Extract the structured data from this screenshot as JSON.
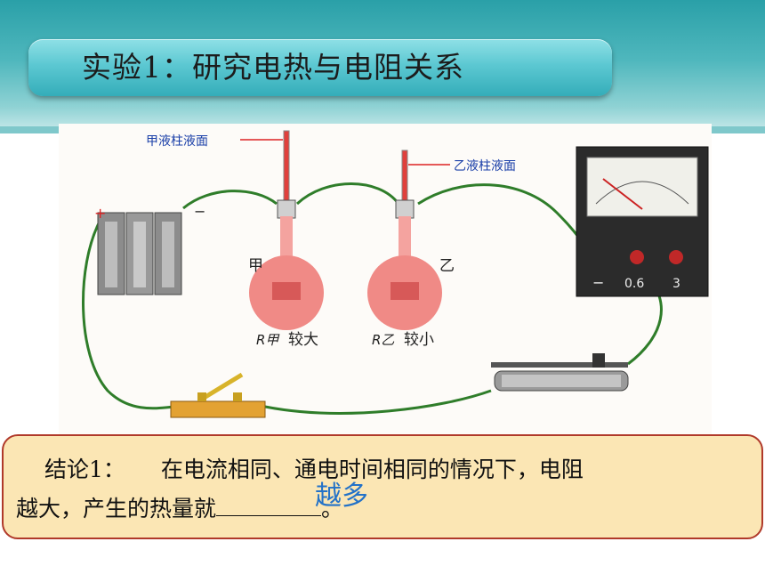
{
  "title": "实验1：研究电热与电阻关系",
  "figure": {
    "label_jia_level": "甲液柱液面",
    "label_yi_level": "乙液柱液面",
    "label_jia": "甲",
    "label_yi": "乙",
    "r_jia_symbol": "R甲",
    "r_jia_text": "较大",
    "r_yi_symbol": "R乙",
    "r_yi_text": "较小",
    "battery_plus": "+",
    "battery_minus": "−",
    "ammeter_minus": "−",
    "ammeter_06": "0.6",
    "ammeter_3": "3",
    "colors": {
      "wire": "#2f7d2a",
      "flask": "#f08a86",
      "liquid_column": "#e0403c"
    }
  },
  "conclusion": {
    "label": "结论1：",
    "line1": "在电流相同、通电时间相同的情况下，电阻",
    "line2_prefix": "越大，产生的热量就",
    "line2_suffix": "。",
    "answer": "越多"
  }
}
